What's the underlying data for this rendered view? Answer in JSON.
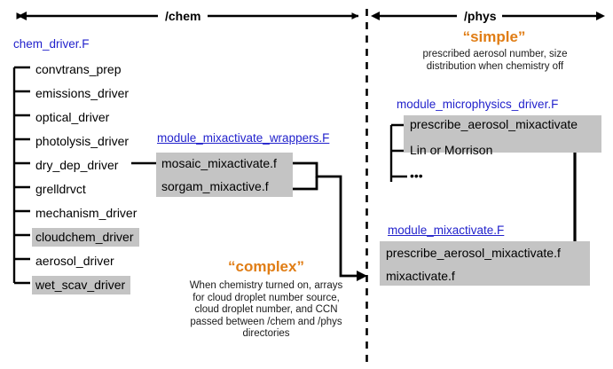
{
  "header": {
    "chem_label": "/chem",
    "phys_label": "/phys"
  },
  "chem": {
    "driver_file": "chem_driver.F",
    "items": [
      {
        "label": "convtrans_prep",
        "highlighted": false
      },
      {
        "label": "emissions_driver",
        "highlighted": false
      },
      {
        "label": "optical_driver",
        "highlighted": false
      },
      {
        "label": "photolysis_driver",
        "highlighted": false
      },
      {
        "label": "dry_dep_driver",
        "highlighted": false
      },
      {
        "label": "grelldrvct",
        "highlighted": false
      },
      {
        "label": "mechanism_driver",
        "highlighted": false
      },
      {
        "label": "cloudchem_driver",
        "highlighted": true
      },
      {
        "label": "aerosol_driver",
        "highlighted": false
      },
      {
        "label": "wet_scav_driver",
        "highlighted": true
      }
    ]
  },
  "wrappers": {
    "module_file": "module_mixactivate_wrappers.F",
    "items": [
      {
        "label": "mosaic_mixactivate.f"
      },
      {
        "label": "sorgam_mixactive.f"
      }
    ]
  },
  "complex": {
    "title": "“complex”",
    "lines": [
      "When chemistry turned on, arrays",
      "for cloud droplet number source,",
      "cloud droplet number, and CCN",
      "passed between /chem and /phys",
      "directories"
    ]
  },
  "simple": {
    "title": "“simple”",
    "lines": [
      "prescribed aerosol number, size",
      "distribution when chemistry off"
    ]
  },
  "microphysics": {
    "module_file": "module_microphysics_driver.F",
    "items": [
      {
        "label": "prescribe_aerosol_mixactivate",
        "highlighted": true
      },
      {
        "label": "Lin or Morrison",
        "highlighted": true
      },
      {
        "label": "•••",
        "highlighted": false
      }
    ]
  },
  "mixactivate": {
    "module_file": "module_mixactivate.F",
    "items": [
      {
        "label": "prescribe_aerosol_mixactivate.f"
      },
      {
        "label": "mixactivate.f"
      }
    ]
  },
  "colors": {
    "box_gray": "#c4c4c4",
    "file_blue": "#2222cc",
    "accent_orange": "#e07d15",
    "line_black": "#000000"
  },
  "icons": {
    "divider": "vertical-dashed-divider",
    "chem_span": "double-headed-arrow-icon",
    "phys_span": "double-headed-arrow-icon",
    "complex_flow": "flow-arrow-icon",
    "return_flow": "return-arrow-icon"
  }
}
